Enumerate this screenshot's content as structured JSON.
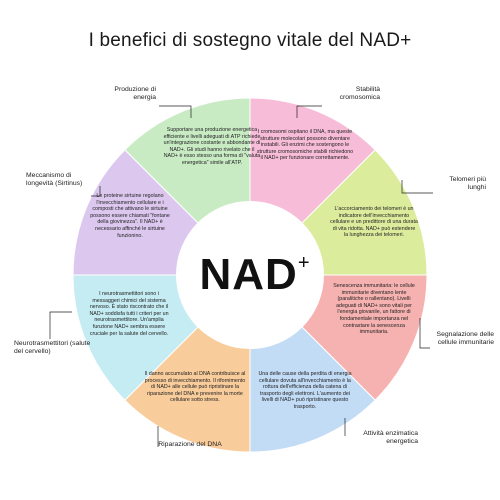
{
  "title": "I benefici di sostegno vitale del NAD+",
  "center": {
    "main": "NAD",
    "sup": "+"
  },
  "colors": {
    "green": "#c8ebc4",
    "pink": "#f7bcd8",
    "lime": "#dcec9d",
    "salmon": "#f6b2b0",
    "blue": "#c2dcf6",
    "orange": "#f8cc9b",
    "cyan": "#c4ecf2",
    "lavender": "#dcc8ef"
  },
  "segments": [
    {
      "color": "#c8ebc4",
      "text": "Supportare una produzione energetica efficiente e livelli adeguati di ATP richiede un'integrazione costante e abbondante di NAD+. Gli studi hanno rivelato che il NAD+ è esso stesso una forma di \"valuta energetica\" simile all'ATP.",
      "label": "Produzione di energia"
    },
    {
      "color": "#f7bcd8",
      "text": "I cromosomi ospitano il DNA, ma queste strutture molecolari possono diventare instabili. Gli enzimi che sostengono le strutture cromosomiche stabili richiedono il NAD+ per funzionare correttamente.",
      "label": "Stabilità cromosomica"
    },
    {
      "color": "#dcec9d",
      "text": "L'accorciamento dei telomeri è un indicatore dell'invecchiamento cellulare e un predittore di una durata di vita ridotta. NAD+ può estendere la lunghezza dei telomeri.",
      "label": "Telomeri più lunghi"
    },
    {
      "color": "#f6b2b0",
      "text": "Senescenza immunitaria: le cellule immunitarie diventano lente (paralitiche o rallentano). Livelli adeguati di NAD+ sono vitali per l'energia giovanile, un fattore di fondamentale importanza nel contrastare la senescenza immunitaria.",
      "label": "Segnalazione delle cellule immunitarie"
    },
    {
      "color": "#c2dcf6",
      "text": "Una delle cause della perdita di energia cellulare dovuta all'invecchiamento è la rottura dell'efficienza della catena di trasporto degli elettroni. L'aumento dei livelli di NAD+ può ripristinare questo trasporto.",
      "label": "Attività enzimatica energetica"
    },
    {
      "color": "#f8cc9b",
      "text": "Il danno accumulato al DNA contribuisce al processo di invecchiamento. Il rifornimento di NAD+ alle cellule può ripristinare la riparazione del DNA e prevenire la morte cellulare sotto stress.",
      "label": "Riparazione del DNA"
    },
    {
      "color": "#c4ecf2",
      "text": "I neurotrasmettitori sono i messaggeri chimici del sistema nervoso. È stato riscontrato che il NAD+ soddisfa tutti i criteri per un neurotrasmettitore. Un'amplia funzione NAD+ sembra essere cruciale per la salute del cervello.",
      "label": "Neurotrasmettitori (salute del cervello)"
    },
    {
      "color": "#dcc8ef",
      "text": "Le proteine sirtuine regolano l'invecchiamento cellulare e i composti che attivano le sirtuine possono essere chiamati \"fontane della giovinezza\". Il NAD+ è necessario affinché le sirtuine funzionino.",
      "label": "Meccanismo di longevità (Sirtinus)"
    }
  ]
}
